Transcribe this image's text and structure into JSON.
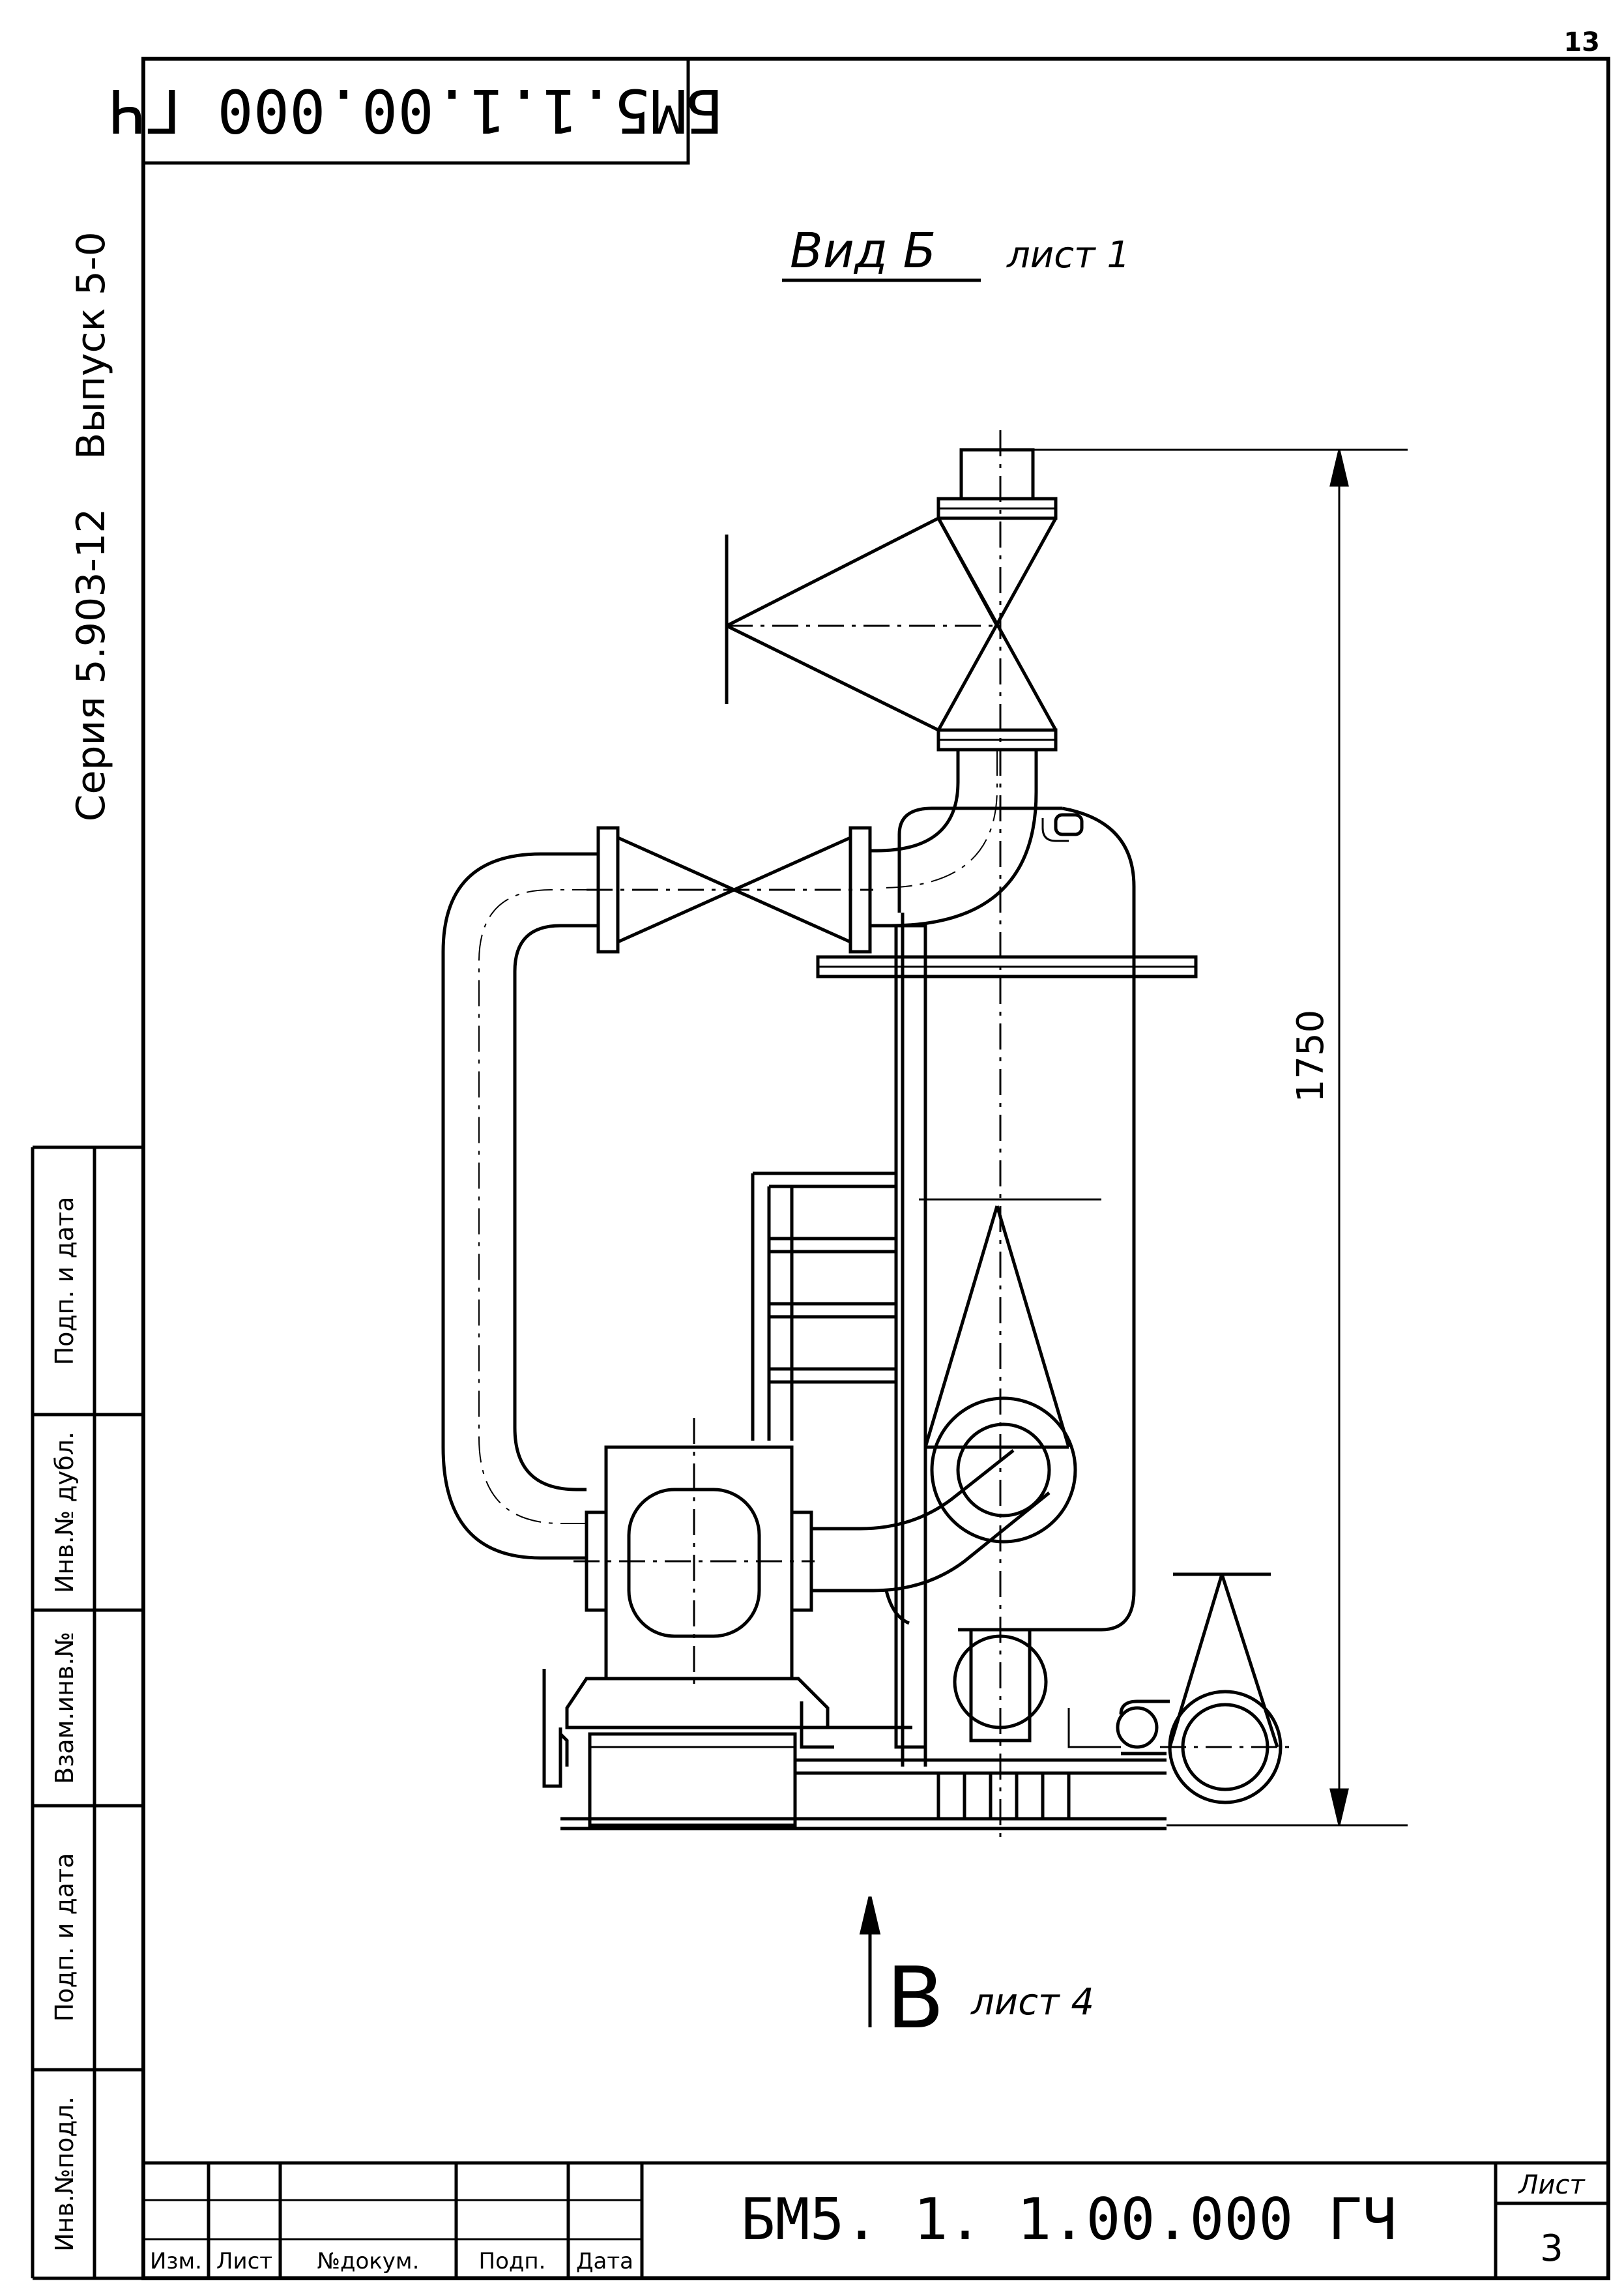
{
  "sheet_corner_number": "13",
  "designation_top": "БМ5.1.1.00.000 ГЧ",
  "series_text": "Серия 5.903-12",
  "issue_text": "Выпуск 5-0",
  "view_title": "Вид Б",
  "view_title_sheet": "лист 1",
  "dimension_height": "1750",
  "arrow_view_letter": "В",
  "arrow_view_sheet": "лист 4",
  "left_margin_labels": [
    "Инв.№подл.",
    "Подп. и дата",
    "Взам.инв.№",
    "Инв.№ дубл.",
    "Подп. и дата"
  ],
  "title_block": {
    "column_headers": [
      "Изм.",
      "Лист",
      "№докум.",
      "Подп.",
      "Дата"
    ],
    "designation": "БМ5. 1. 1.00.000 ГЧ",
    "sheet_label": "Лист",
    "sheet_number": "3"
  }
}
